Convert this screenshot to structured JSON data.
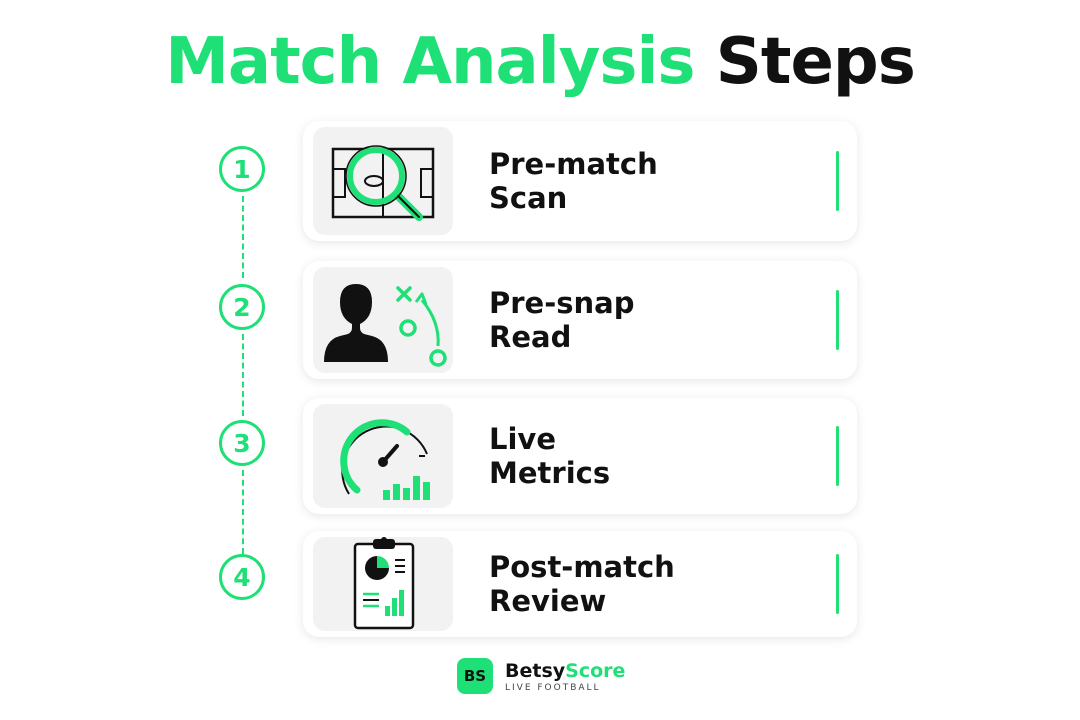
{
  "title": {
    "highlight": "Match Analysis",
    "rest": "Steps"
  },
  "accent_color": "#1fe076",
  "steps": [
    {
      "number": "1",
      "line1": "Pre-match",
      "line2": "Scan",
      "icon": "magnifier-over-pitch-icon"
    },
    {
      "number": "2",
      "line1": "Pre-snap",
      "line2": "Read",
      "icon": "player-play-diagram-icon"
    },
    {
      "number": "3",
      "line1": "Live",
      "line2": "Metrics",
      "icon": "gauge-bar-chart-icon"
    },
    {
      "number": "4",
      "line1": "Post-match",
      "line2": "Review",
      "icon": "clipboard-report-icon"
    }
  ],
  "footer": {
    "logo_text": "BS",
    "brand_part1": "Betsy",
    "brand_part2": "Score",
    "tagline": "LIVE FOOTBALL"
  }
}
